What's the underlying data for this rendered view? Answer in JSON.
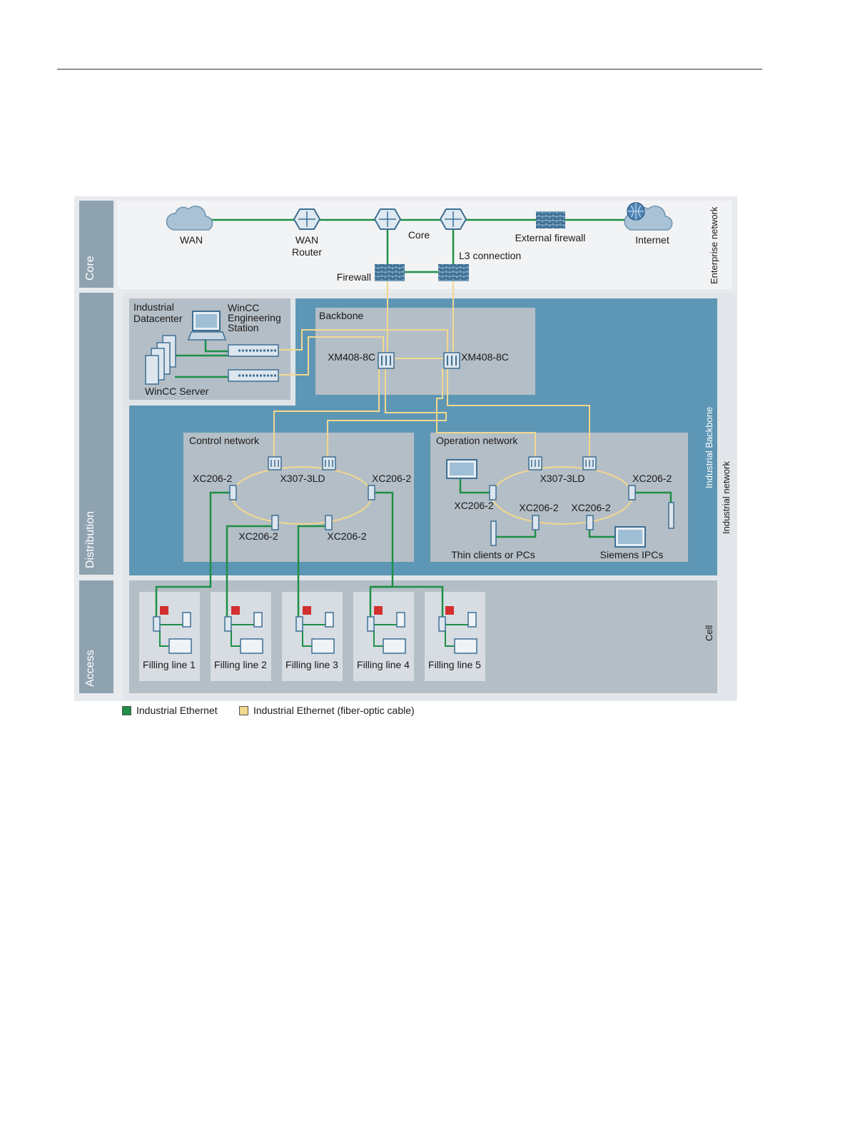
{
  "zones": {
    "core": "Core",
    "distribution": "Distribution",
    "access": "Access"
  },
  "right_labels": {
    "enterprise": "Enterprise network",
    "backbone": "Industrial Backbone",
    "industrial": "Industrial network",
    "cell": "Cell"
  },
  "core_area": {
    "wan": "WAN",
    "wan_router_1": "WAN",
    "wan_router_2": "Router",
    "core": "Core",
    "external_firewall": "External firewall",
    "internet": "Internet",
    "firewall": "Firewall",
    "l3": "L3 connection"
  },
  "datacenter": {
    "title_1": "Industrial",
    "title_2": "Datacenter",
    "station_1": "WinCC",
    "station_2": "Engineering",
    "station_3": "Station",
    "server": "WinCC Server"
  },
  "backbone": {
    "title": "Backbone",
    "switch_left": "XM408-8C",
    "switch_right": "XM408-8C"
  },
  "control_network": {
    "title": "Control network",
    "sw_tl": "XC206-2",
    "sw_top": "X307-3LD",
    "sw_tr": "XC206-2",
    "sw_bl": "XC206-2",
    "sw_br": "XC206-2"
  },
  "operation_network": {
    "title": "Operation network",
    "sw_top": "X307-3LD",
    "sw_tr": "XC206-2",
    "sw_left": "XC206-2",
    "sw_bl": "XC206-2",
    "sw_br": "XC206-2",
    "thin": "Thin clients or PCs",
    "ipcs": "Siemens IPCs"
  },
  "filling_lines": [
    "Filling line 1",
    "Filling line 2",
    "Filling line 3",
    "Filling line 4",
    "Filling line 5"
  ],
  "legend": {
    "ethernet": "Industrial Ethernet",
    "fiber": "Industrial Ethernet (fiber-optic cable)"
  },
  "colors": {
    "ethernet": "#1e8f46",
    "fiber": "#f2d88e",
    "backbone_blue": "#5e97b5",
    "zone_gray": "#8fa2b0",
    "panel": "#b4bec6"
  }
}
